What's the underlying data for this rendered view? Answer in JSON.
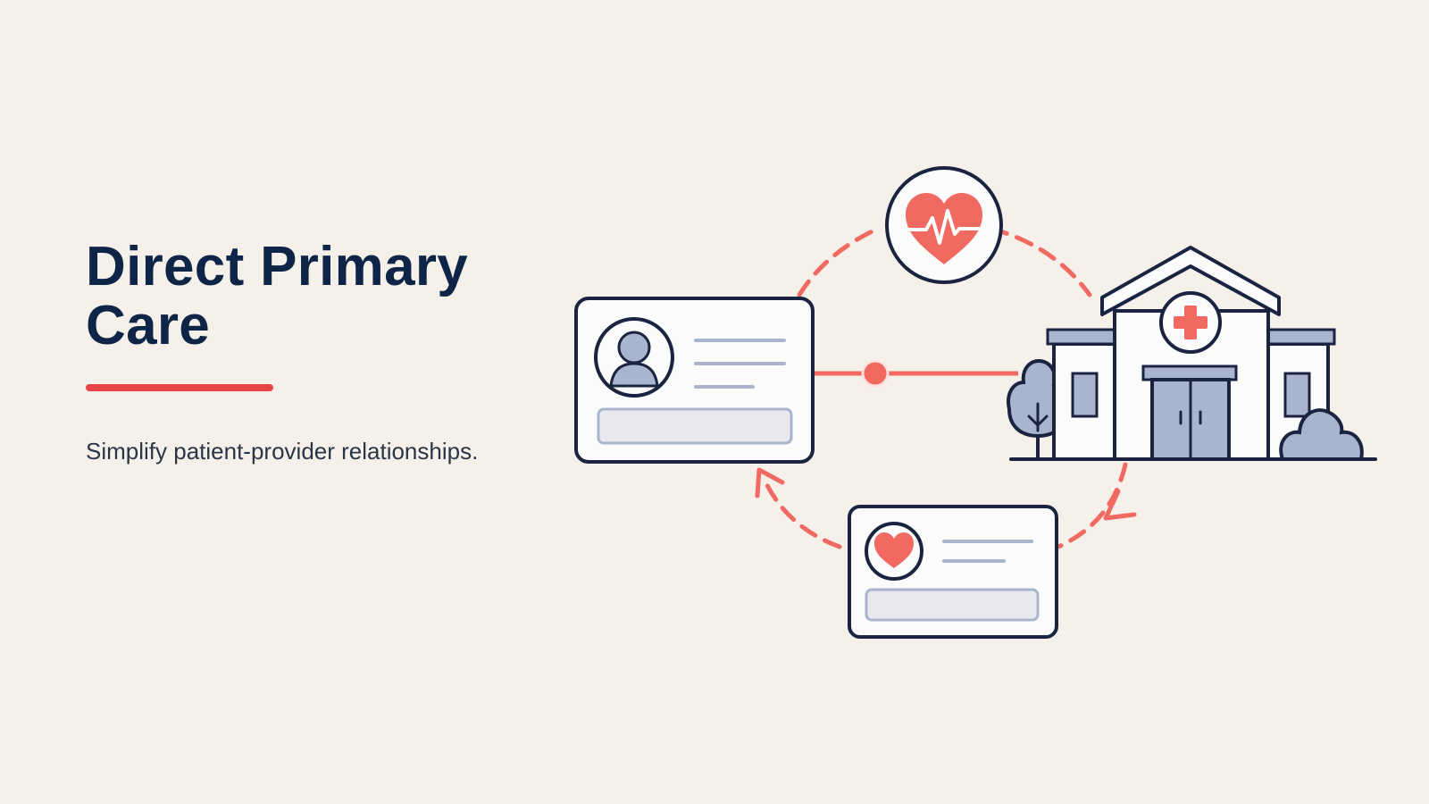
{
  "hero": {
    "title": "Direct Primary Care",
    "subtitle": "Simplify patient-provider relationships."
  },
  "illustration": {
    "elements": [
      {
        "name": "heartbeat-icon"
      },
      {
        "name": "patient-profile-card",
        "icon": "user-avatar-icon"
      },
      {
        "name": "health-record-card",
        "icon": "heart-icon"
      },
      {
        "name": "clinic-building",
        "icon": "medical-cross-icon"
      }
    ]
  },
  "colors": {
    "background": "#F5F1EA",
    "title": "#0E2547",
    "accent_red": "#E84345",
    "coral": "#F06A62",
    "outline": "#1A2440",
    "slate": "#A9B5CC",
    "card_fill": "#FBFBFC"
  }
}
